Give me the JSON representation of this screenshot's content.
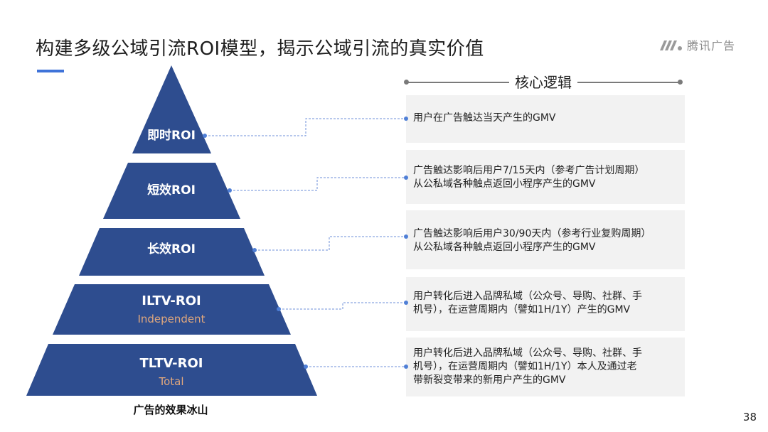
{
  "title": "构建多级公域引流ROI模型，揭示公域引流的真实价值",
  "logo": {
    "text": "腾讯广告"
  },
  "pyramid": {
    "caption": "广告的效果冰山",
    "tiers": [
      {
        "label": "即时ROI"
      },
      {
        "label": "短效ROI"
      },
      {
        "label": "长效ROI"
      },
      {
        "label": "ILTV-ROI",
        "sub": "Independent"
      },
      {
        "label": "TLTV-ROI",
        "sub": "Total"
      }
    ]
  },
  "logic": {
    "header": "核心逻辑",
    "items": [
      {
        "lines": [
          "用户在广告触达当天产生的GMV"
        ]
      },
      {
        "lines": [
          "广告触达影响后用户7/15天内（参考广告计划周期）",
          "从公私域各种触点返回小程序产生的GMV"
        ]
      },
      {
        "lines": [
          "广告触达影响后用户30/90天内（参考行业复购周期）",
          "从公私域各种触点返回小程序产生的GMV"
        ]
      },
      {
        "lines": [
          "用户转化后进入品牌私域（公众号、导购、社群、手",
          "机号），在运营周期内（譬如1H/1Y）产生的GMV"
        ]
      },
      {
        "lines": [
          "用户转化后进入品牌私域（公众号、导购、社群、手",
          "机号），在运营周期内（譬如1H/1Y）本人及通过老",
          "带新裂变带来的新用户产生的GMV"
        ]
      }
    ]
  },
  "page_number": "38",
  "colors": {
    "pyramid": "#2e4d8f",
    "accent": "#3f73d9",
    "box": "#f2f2f2",
    "sub_text": "#e0a77d",
    "connector": "#5b86d6"
  }
}
